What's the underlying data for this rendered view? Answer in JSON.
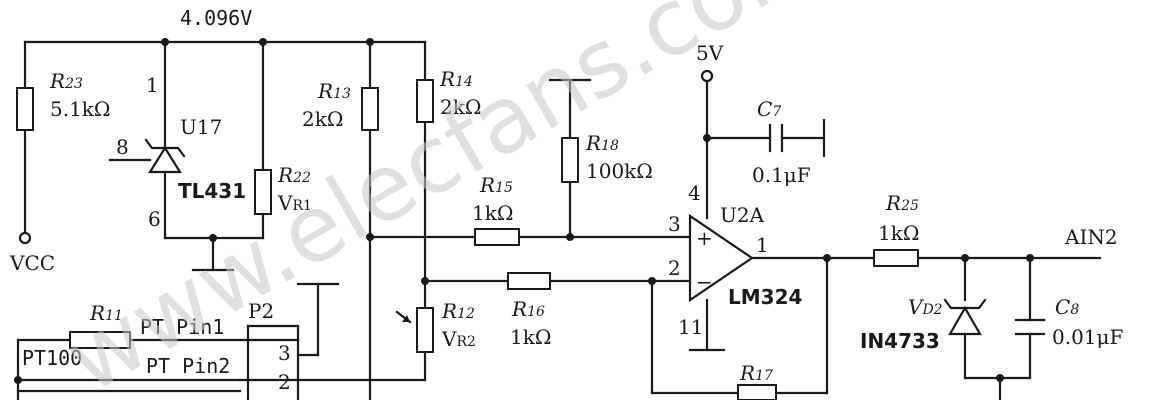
{
  "watermark": "www.elecfans.com",
  "labels": {
    "vref": "4.096V",
    "vcc": "VCC",
    "v5": "5V",
    "ain2": "AIN2",
    "pt100": "PT100",
    "pt_pin1": "PT Pin1",
    "pt_pin2": "PT Pin2",
    "p2": "P2",
    "p2_pin3": "3",
    "p2_pin2": "2"
  },
  "components": {
    "r23": {
      "name": "R",
      "sub": "23",
      "value": "5.1kΩ"
    },
    "r22": {
      "name": "R",
      "sub": "22",
      "value": "V",
      "value_sub": "R1"
    },
    "r13": {
      "name": "R",
      "sub": "13",
      "value": "2kΩ"
    },
    "r14": {
      "name": "R",
      "sub": "14",
      "value": "2kΩ"
    },
    "r15": {
      "name": "R",
      "sub": "15",
      "value": "1kΩ"
    },
    "r16": {
      "name": "R",
      "sub": "16",
      "value": "1kΩ"
    },
    "r18": {
      "name": "R",
      "sub": "18",
      "value": "100kΩ"
    },
    "r12": {
      "name": "R",
      "sub": "12",
      "value": "V",
      "value_sub": "R2"
    },
    "r11": {
      "name": "R",
      "sub": "11"
    },
    "r17": {
      "name": "R",
      "sub": "17"
    },
    "r25": {
      "name": "R",
      "sub": "25",
      "value": "1kΩ"
    },
    "c7": {
      "name": "C",
      "sub": "7",
      "value": "0.1μF"
    },
    "c8": {
      "name": "C",
      "sub": "8",
      "value": "0.01μF"
    },
    "vd2": {
      "name": "V",
      "sub": "D2",
      "part": "IN4733"
    },
    "u17": {
      "ref": "U17",
      "part": "TL431",
      "pin1": "1",
      "pin8": "8",
      "pin6": "6"
    },
    "u2a": {
      "ref": "U2A",
      "part": "LM324",
      "pin4": "4",
      "pin3": "3",
      "pin2": "2",
      "pin1": "1",
      "pin11": "11",
      "plus": "+",
      "minus": "−"
    }
  }
}
